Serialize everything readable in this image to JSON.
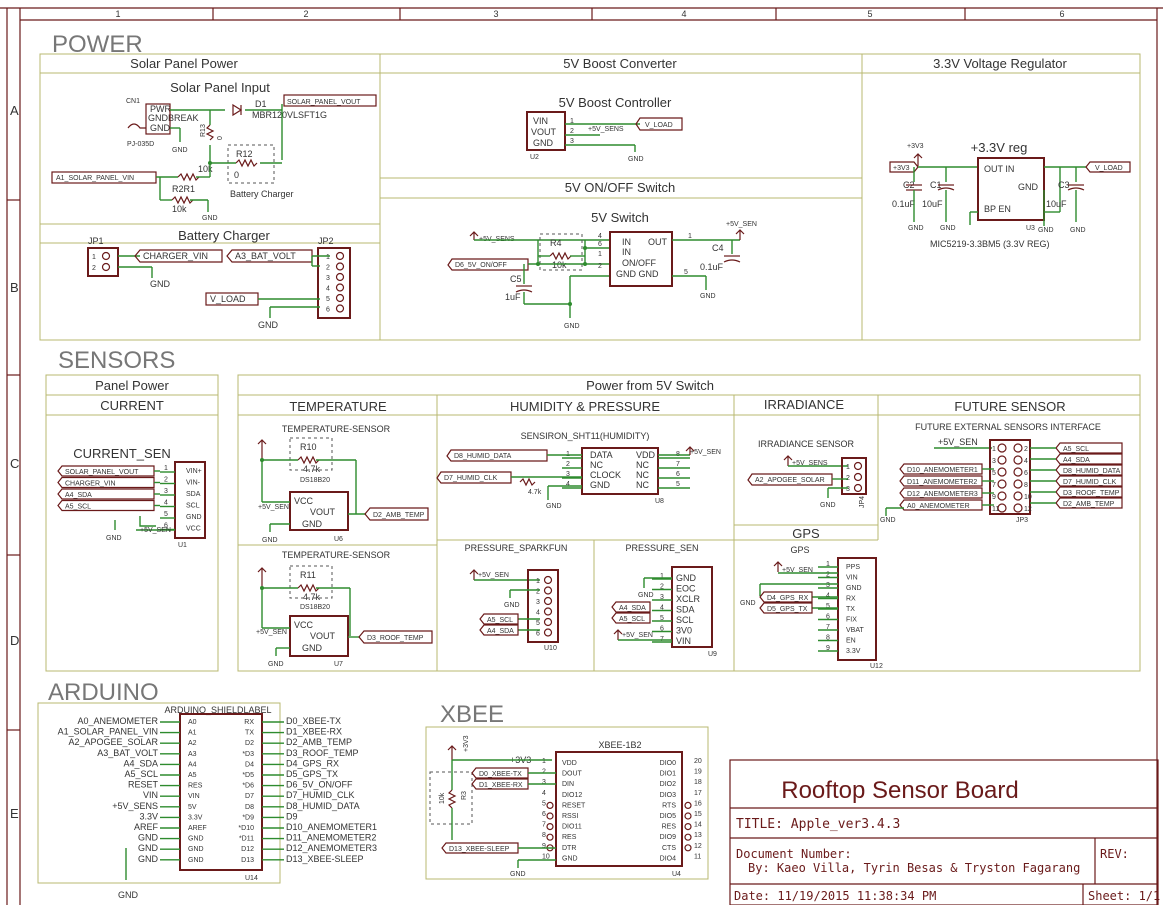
{
  "frame": {
    "columns": [
      "1",
      "2",
      "3",
      "4",
      "5",
      "6"
    ],
    "rows": [
      "A",
      "B",
      "C",
      "D",
      "E"
    ]
  },
  "power": {
    "heading": "POWER",
    "solar_panel_power": {
      "title": "Solar Panel Power",
      "subtitle": "Solar Panel Input",
      "cn1": "CN1",
      "pwr": "PWR",
      "gndbreak": "GNDBREAK",
      "gnd": "GND",
      "pj": "PJ-035D",
      "d1": "D1",
      "d1_part": "MBR120VLSFT1G",
      "r13": "R13",
      "r13_val": "0",
      "r12": "R12",
      "r12_val": "0",
      "r2r1": "R2R1",
      "val_10k_a": "10k",
      "val_10k_b": "10k",
      "batt_charger": "Battery Charger",
      "a1_label": "A1_SOLAR_PANEL_VIN",
      "out_label": "SOLAR_PANEL_VOUT",
      "gnd2": "GND"
    },
    "battery_charger": {
      "title": "Battery Charger",
      "jp1": "JP1",
      "jp2": "JP2",
      "charger_vin": "CHARGER_VIN",
      "a3_bat": "A3_BAT_VOLT",
      "v_load": "V_LOAD",
      "gnd_a": "GND",
      "gnd_b": "GND",
      "pins_jp1": [
        "1",
        "2"
      ],
      "pins_jp2": [
        "1",
        "2",
        "3",
        "4",
        "5",
        "6"
      ]
    },
    "boost": {
      "title": "5V Boost Converter",
      "subtitle": "5V Boost Controller",
      "vin": "VIN",
      "vout": "VOUT",
      "gnd": "GND",
      "u2": "U2",
      "plus5v": "+5V_SENS",
      "v_load": "V_LOAD",
      "gnd2": "GND",
      "pins": [
        "1",
        "2",
        "3"
      ]
    },
    "switch": {
      "title": "5V ON/OFF Switch",
      "subtitle": "5V Switch",
      "plus5v_sens": "+5V_SENS",
      "r4": "R4",
      "r4_val": "10k",
      "d6": "D6_5V_ON/OFF",
      "c5": "C5",
      "c5_val": "1uF",
      "in": "IN",
      "in2": "IN",
      "onoff": "ON/OFF",
      "gndgnd": "GND GND",
      "out": "OUT",
      "c4": "C4",
      "c4_val": "0.1uF",
      "plus5v_sen": "+5V_SEN",
      "gnd_a": "GND",
      "gnd_b": "GND",
      "pins": [
        "4",
        "6",
        "1",
        "2",
        "3",
        "1",
        "5"
      ]
    },
    "regulator": {
      "title": "3.3V Voltage Regulator",
      "subtitle": "+3.3V reg",
      "p3v3": "+3V3",
      "p3v3_tag": "+3V3",
      "c2": "C2",
      "c1": "C1",
      "c3": "C3",
      "c2_val": "0.1uF",
      "c1_val": "10uF",
      "c3_val": "10uF",
      "outin": "OUT IN",
      "gnd": "GND",
      "bpen": "BP  EN",
      "u3": "U3",
      "vload": "V_LOAD",
      "part": "MIC5219-3.3BM5 (3.3V REG)",
      "gnds": [
        "GND",
        "GND",
        "GND",
        "GND"
      ]
    }
  },
  "sensors": {
    "heading": "SENSORS",
    "panel_power": "Panel Power",
    "current": "CURRENT",
    "power_from_5v": "Power from 5V Switch",
    "current_sen": {
      "title": "CURRENT_SEN",
      "labels_left": [
        "SOLAR_PANEL_VOUT",
        "CHARGER_VIN",
        "A4_SDA",
        "A5_SCL"
      ],
      "pins": [
        "VIN+",
        "VIN-",
        "SDA",
        "SCL",
        "GND",
        "VCC"
      ],
      "nums": [
        "1",
        "2",
        "3",
        "4",
        "5",
        "6"
      ],
      "plus5v": "+5V_SEN",
      "gnd": "GND",
      "u1": "U1"
    },
    "temperature": {
      "title": "TEMPERATURE",
      "s1": {
        "title": "TEMPERATURE-SENSOR",
        "r": "R10",
        "rv": "4.7k",
        "part": "DS18B20",
        "vcc": "VCC",
        "vout": "VOUT",
        "gnd": "GND",
        "u": "U6",
        "net": "D2_AMB_TEMP",
        "plus5v": "+5V_SEN",
        "gnd2": "GND"
      },
      "s2": {
        "title": "TEMPERATURE-SENSOR",
        "r": "R11",
        "rv": "4.7k",
        "part": "DS18B20",
        "vcc": "VCC",
        "vout": "VOUT",
        "gnd": "GND",
        "u": "U7",
        "net": "D3_ROOF_TEMP",
        "plus5v": "+5V_SEN",
        "gnd2": "GND"
      }
    },
    "humidity": {
      "title": "HUMIDITY & PRESSURE",
      "sht": "SENSIRON_SHT11(HUMIDITY)",
      "d8": "D8_HUMID_DATA",
      "d7": "D7_HUMID_CLK",
      "pins_l": [
        "DATA",
        "NC",
        "CLOCK",
        "GND"
      ],
      "pins_r": [
        "VDD",
        "NC",
        "NC",
        "NC"
      ],
      "nums_l": [
        "1",
        "2",
        "3",
        "4"
      ],
      "nums_r": [
        "8",
        "7",
        "6",
        "5"
      ],
      "plus5v": "+5V_SEN",
      "u8": "U8",
      "gnd": "GND",
      "r": "4.7k"
    },
    "pressure_sf": {
      "title": "PRESSURE_SPARKFUN",
      "plus5v": "+5V_SEN",
      "a5": "A5_SCL",
      "a4": "A4_SDA",
      "gnd": "GND",
      "u10": "U10",
      "pins": [
        "1",
        "2",
        "3",
        "4",
        "5",
        "6"
      ]
    },
    "pressure_sen": {
      "title": "PRESSURE_SEN",
      "pins": [
        "GND",
        "EOC",
        "XCLR",
        "SDA",
        "SCL",
        "3V0",
        "VIN"
      ],
      "nums": [
        "1",
        "2",
        "3",
        "4",
        "5",
        "6",
        "7"
      ],
      "a4": "A4_SDA",
      "a5": "A5_SCL",
      "plus5v": "+5V_SEN",
      "gnd": "GND",
      "u9": "U9"
    },
    "irradiance": {
      "title": "IRRADIANCE",
      "sub": "IRRADIANCE SENSOR",
      "plus5v": "+5V_SENS",
      "a2": "A2_APOGEE_SOLAR",
      "gnd": "GND",
      "jp": "JP4",
      "pins": [
        "1",
        "2",
        "3"
      ]
    },
    "gps": {
      "title": "GPS",
      "sub": "GPS",
      "plus5v": "+5V_SEN",
      "d4": "D4_GPS_RX",
      "d5": "D5_GPS_TX",
      "gnd": "GND",
      "pins": [
        "PPS",
        "VIN",
        "GND",
        "RX",
        "TX",
        "FIX",
        "VBAT",
        "EN",
        "3.3V"
      ],
      "nums": [
        "1",
        "2",
        "3",
        "4",
        "5",
        "6",
        "7",
        "8",
        "9"
      ],
      "u12": "U12"
    },
    "future": {
      "title": "FUTURE SENSOR",
      "sub": "FUTURE EXTERNAL SENSORS INTERFACE",
      "plus5v": "+5V_SEN",
      "left": [
        "D10_ANEMOMETER1",
        "D11_ANEMOMETER2",
        "D12_ANEMOMETER3",
        "A0_ANEMOMETER"
      ],
      "right": [
        "A5_SCL",
        "A4_SDA",
        "D8_HUMID_DATA",
        "D7_HUMID_CLK",
        "D3_ROOF_TEMP",
        "D2_AMB_TEMP"
      ],
      "nums_l": [
        "1",
        "3",
        "5",
        "7",
        "9",
        "11"
      ],
      "nums_r": [
        "2",
        "4",
        "6",
        "8",
        "10",
        "12"
      ],
      "gnd": "GND",
      "jp": "JP3"
    }
  },
  "arduino": {
    "heading": "ARDUINO",
    "label": "ARDUINO_SHIELDLABEL",
    "left_nets": [
      "A0_ANEMOMETER",
      "A1_SOLAR_PANEL_VIN",
      "A2_APOGEE_SOLAR",
      "A3_BAT_VOLT",
      "A4_SDA",
      "A5_SCL",
      "RESET",
      "VIN",
      "+5V_SENS",
      "3.3V",
      "AREF",
      "GND",
      "GND",
      "GND"
    ],
    "left_pins": [
      "A0",
      "A1",
      "A2",
      "A3",
      "A4",
      "A5",
      "RES",
      "VIN",
      "5V",
      "3.3V",
      "AREF",
      "GND",
      "GND",
      "GND"
    ],
    "right_pins": [
      "RX",
      "TX",
      "D2",
      "*D3",
      "D4",
      "*D5",
      "*D6",
      "D7",
      "D8",
      "*D9",
      "*D10",
      "*D11",
      "D12",
      "D13"
    ],
    "right_nets": [
      "D0_XBEE-TX",
      "D1_XBEE-RX",
      "D2_AMB_TEMP",
      "D3_ROOF_TEMP",
      "D4_GPS_RX",
      "D5_GPS_TX",
      "D6_5V_ON/OFF",
      "D7_HUMID_CLK",
      "D8_HUMID_DATA",
      "D9",
      "D10_ANEMOMETER1",
      "D11_ANEMOMETER2",
      "D12_ANEMOMETER3",
      "D13_XBEE-SLEEP"
    ],
    "gnd": "GND",
    "u14": "U14"
  },
  "xbee": {
    "heading": "XBEE",
    "label": "XBEE-1B2",
    "p3v3": "+3V3",
    "p3v3b": "+3V3",
    "r3": "R3",
    "r3_val": "10k",
    "d0": "D0_XBEE-TX",
    "d1": "D1_XBEE-RX",
    "d13": "D13_XBEE-SLEEP",
    "left_pins": [
      "VDD",
      "DOUT",
      "DIN",
      "DIO12",
      "RESET",
      "RSSI",
      "DIO11",
      "RES",
      "DTR",
      "GND"
    ],
    "right_pins": [
      "DIO0",
      "DIO1",
      "DIO2",
      "DIO3",
      "RTS",
      "DIO5",
      "RES",
      "DIO9",
      "CTS",
      "DIO4"
    ],
    "nums_l": [
      "1",
      "2",
      "3",
      "4",
      "5",
      "6",
      "7",
      "8",
      "9",
      "10"
    ],
    "nums_r": [
      "20",
      "19",
      "18",
      "17",
      "16",
      "15",
      "14",
      "13",
      "12",
      "11"
    ],
    "gnd": "GND",
    "u4": "U4"
  },
  "title_block": {
    "board": "Rooftop Sensor Board",
    "title": "TITLE:  Apple_ver3.4.3",
    "doc": "Document Number:",
    "by": "By: Kaeo Villa, Tyrin Besas & Tryston Fagarang",
    "rev": "REV:",
    "date": "Date: 11/19/2015 11:38:34 PM",
    "sheet": "Sheet: 1/1"
  }
}
